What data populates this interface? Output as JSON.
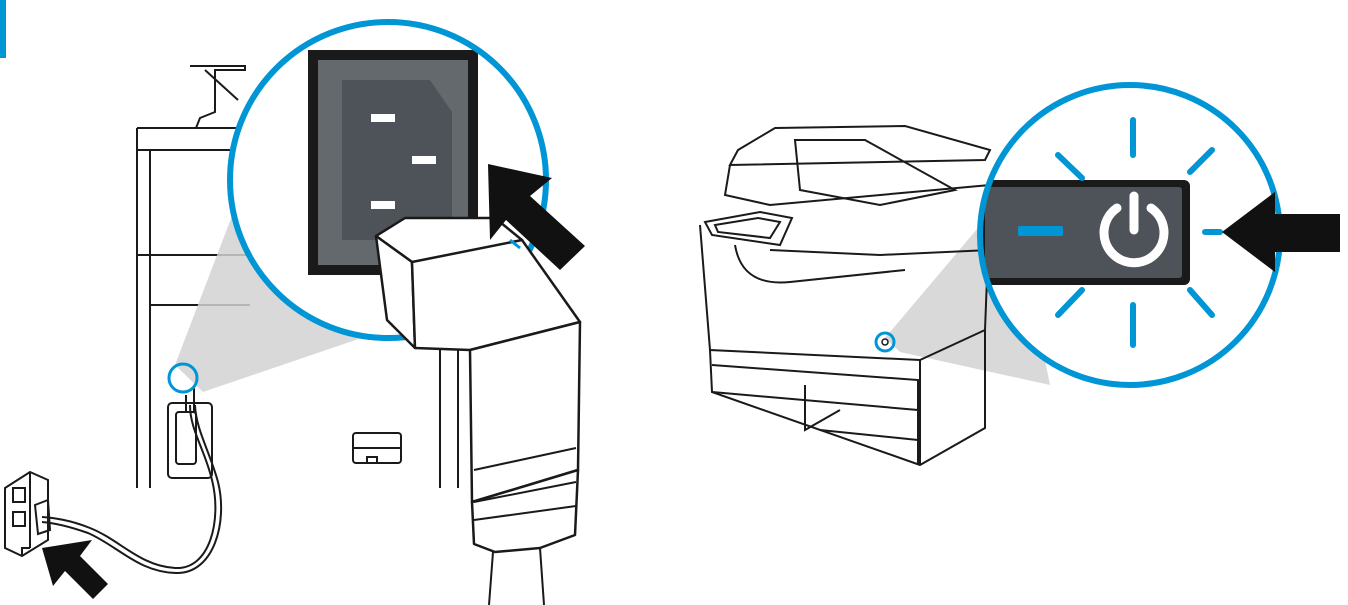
{
  "colors": {
    "accent": "#0096d6",
    "outline": "#1a1a1a",
    "panel_dark": "#4d5358",
    "panel_mid": "#64696e",
    "shadow_gray": "#d2d2d2",
    "arrow_black": "#111111",
    "white": "#ffffff"
  },
  "panels": {
    "left": {
      "subject": "printer-rear-power-inlet",
      "callout": "power-inlet-zoom",
      "arrows": [
        "insert-plug-arrow",
        "wall-outlet-arrow"
      ]
    },
    "right": {
      "subject": "printer-front-power-button",
      "callout": "power-button-zoom",
      "arrows": [
        "press-power-button-arrow"
      ],
      "button_state": "lit"
    }
  }
}
